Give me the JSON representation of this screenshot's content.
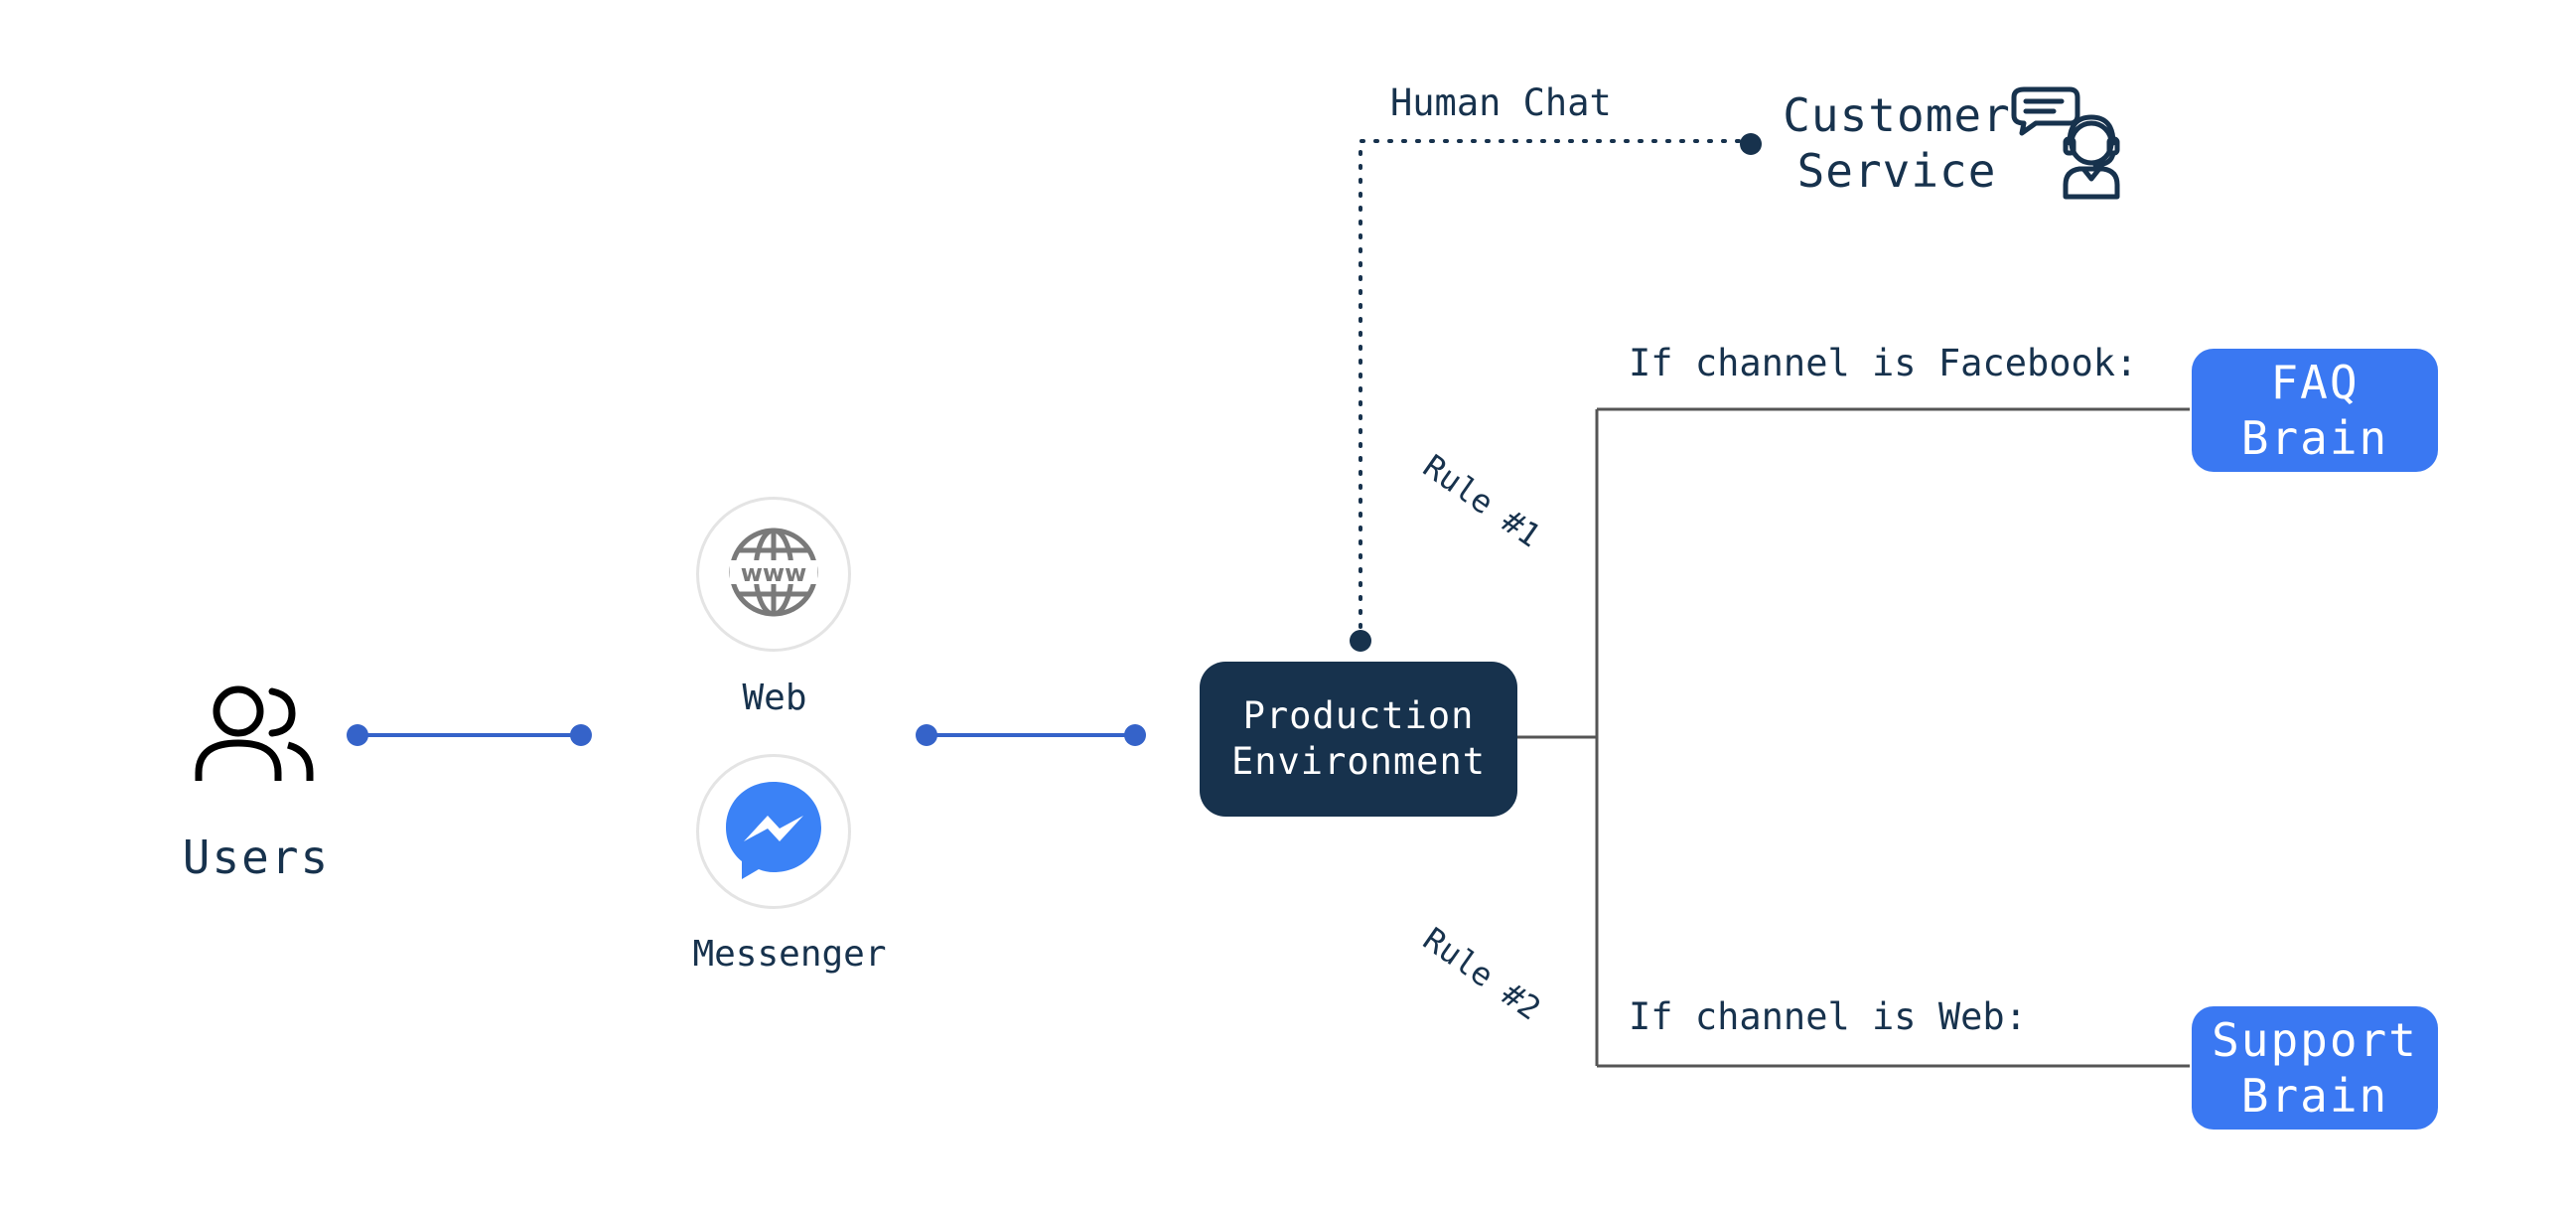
{
  "users": {
    "label": "Users",
    "icon": "users-icon"
  },
  "channels": [
    {
      "label": "Web",
      "icon": "globe-www-icon"
    },
    {
      "label": "Messenger",
      "icon": "messenger-icon",
      "color": "#3b82f6"
    }
  ],
  "production": {
    "line1": "Production",
    "line2": "Environment",
    "color": "#17324d"
  },
  "human_chat": {
    "label": "Human Chat"
  },
  "customer_service": {
    "line1": "Customer",
    "line2": "Service",
    "icon": "support-agent-icon"
  },
  "rules": [
    {
      "label": "Rule #1",
      "condition": "If channel is Facebook:",
      "target_line1": "FAQ",
      "target_line2": "Brain"
    },
    {
      "label": "Rule #2",
      "condition": "If channel is Web:",
      "target_line1": "Support",
      "target_line2": "Brain"
    }
  ],
  "colors": {
    "accent_blue": "#3a78f2",
    "connector_blue": "#3563c9",
    "navy": "#17324d",
    "line_gray": "#555555"
  }
}
